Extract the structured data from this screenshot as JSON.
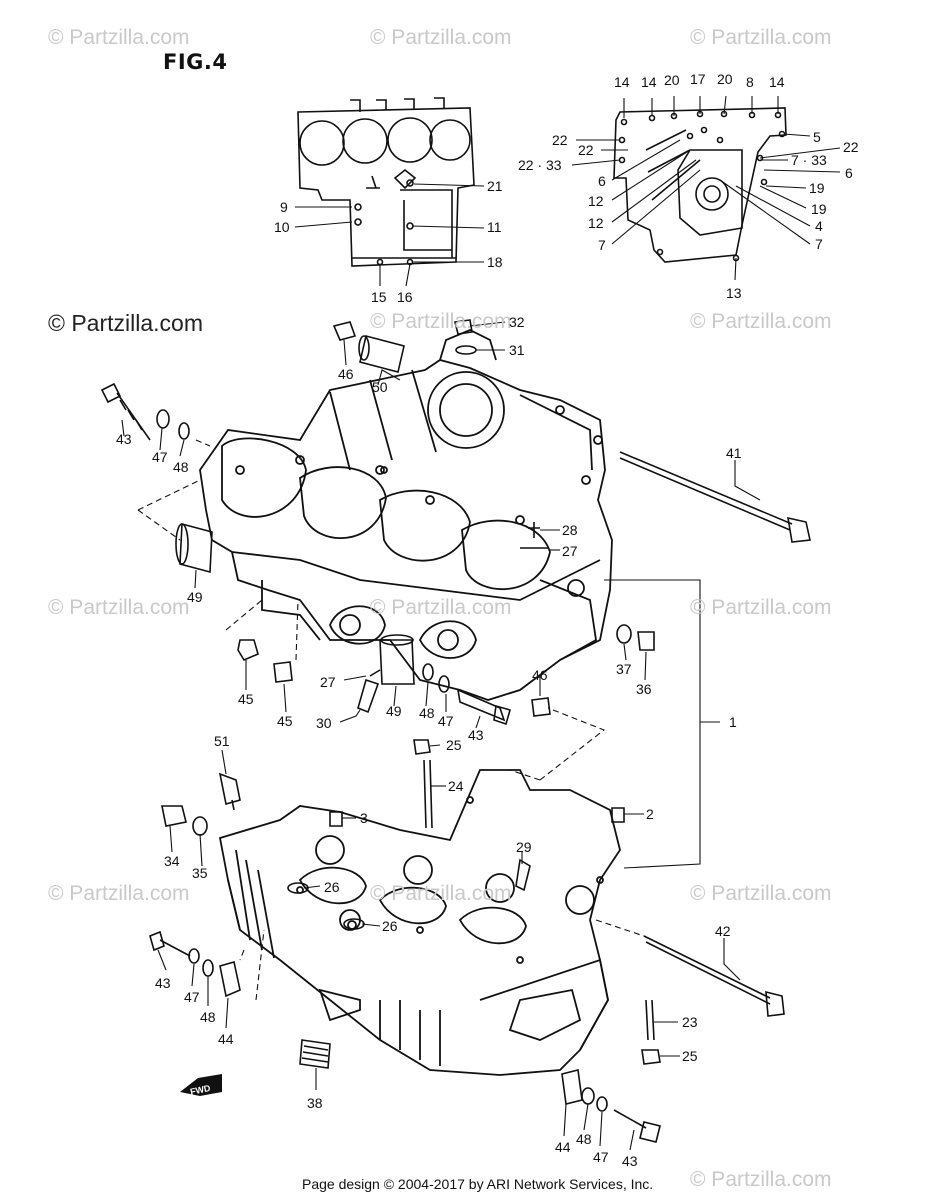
{
  "figure": {
    "title": "FIG.4"
  },
  "watermarks": [
    "© Partzilla.com",
    "© Partzilla.com",
    "© Partzilla.com",
    "© Partzilla.com",
    "© Partzilla.com",
    "© Partzilla.com",
    "© Partzilla.com",
    "© Partzilla.com",
    "© Partzilla.com",
    "© Partzilla.com",
    "© Partzilla.com",
    "© Partzilla.com"
  ],
  "watermark_main": "© Partzilla.com",
  "footer": "Page design © 2004-2017 by ARI Network Services, Inc.",
  "fwd_label": "FWD",
  "callouts": [
    {
      "id": "c1",
      "text": "9"
    },
    {
      "id": "c2",
      "text": "10"
    },
    {
      "id": "c3",
      "text": "21"
    },
    {
      "id": "c4",
      "text": "11"
    },
    {
      "id": "c5",
      "text": "18"
    },
    {
      "id": "c6",
      "text": "15"
    },
    {
      "id": "c7",
      "text": "16"
    },
    {
      "id": "c8",
      "text": "14"
    },
    {
      "id": "c9",
      "text": "14"
    },
    {
      "id": "c10",
      "text": "20"
    },
    {
      "id": "c11",
      "text": "17"
    },
    {
      "id": "c12",
      "text": "20"
    },
    {
      "id": "c13",
      "text": "8"
    },
    {
      "id": "c14",
      "text": "14"
    },
    {
      "id": "c15",
      "text": "22"
    },
    {
      "id": "c16",
      "text": "22"
    },
    {
      "id": "c17",
      "text": "22 · 33"
    },
    {
      "id": "c18",
      "text": "6"
    },
    {
      "id": "c19",
      "text": "12"
    },
    {
      "id": "c20",
      "text": "12"
    },
    {
      "id": "c21",
      "text": "7"
    },
    {
      "id": "c22",
      "text": "5"
    },
    {
      "id": "c23",
      "text": "22"
    },
    {
      "id": "c24",
      "text": "7 · 33"
    },
    {
      "id": "c25",
      "text": "6"
    },
    {
      "id": "c26",
      "text": "19"
    },
    {
      "id": "c27",
      "text": "19"
    },
    {
      "id": "c28",
      "text": "4"
    },
    {
      "id": "c29",
      "text": "7"
    },
    {
      "id": "c30",
      "text": "13"
    },
    {
      "id": "c31",
      "text": "32"
    },
    {
      "id": "c32",
      "text": "31"
    },
    {
      "id": "c33",
      "text": "46"
    },
    {
      "id": "c34",
      "text": "50"
    },
    {
      "id": "c35",
      "text": "43"
    },
    {
      "id": "c36",
      "text": "47"
    },
    {
      "id": "c37",
      "text": "48"
    },
    {
      "id": "c38",
      "text": "41"
    },
    {
      "id": "c39",
      "text": "28"
    },
    {
      "id": "c40",
      "text": "27"
    },
    {
      "id": "c41",
      "text": "49"
    },
    {
      "id": "c42",
      "text": "1"
    },
    {
      "id": "c43",
      "text": "37"
    },
    {
      "id": "c44",
      "text": "36"
    },
    {
      "id": "c45",
      "text": "45"
    },
    {
      "id": "c46",
      "text": "45"
    },
    {
      "id": "c47",
      "text": "27"
    },
    {
      "id": "c48",
      "text": "30"
    },
    {
      "id": "c49",
      "text": "49"
    },
    {
      "id": "c50",
      "text": "48"
    },
    {
      "id": "c51",
      "text": "47"
    },
    {
      "id": "c52",
      "text": "43"
    },
    {
      "id": "c53",
      "text": "46"
    },
    {
      "id": "c54",
      "text": "25"
    },
    {
      "id": "c55",
      "text": "51"
    },
    {
      "id": "c56",
      "text": "24"
    },
    {
      "id": "c57",
      "text": "3"
    },
    {
      "id": "c58",
      "text": "2"
    },
    {
      "id": "c59",
      "text": "34"
    },
    {
      "id": "c60",
      "text": "35"
    },
    {
      "id": "c61",
      "text": "26"
    },
    {
      "id": "c62",
      "text": "29"
    },
    {
      "id": "c63",
      "text": "26"
    },
    {
      "id": "c64",
      "text": "42"
    },
    {
      "id": "c65",
      "text": "43"
    },
    {
      "id": "c66",
      "text": "47"
    },
    {
      "id": "c67",
      "text": "48"
    },
    {
      "id": "c68",
      "text": "44"
    },
    {
      "id": "c69",
      "text": "23"
    },
    {
      "id": "c70",
      "text": "25"
    },
    {
      "id": "c71",
      "text": "38"
    },
    {
      "id": "c72",
      "text": "44"
    },
    {
      "id": "c73",
      "text": "48"
    },
    {
      "id": "c74",
      "text": "47"
    },
    {
      "id": "c75",
      "text": "43"
    }
  ]
}
